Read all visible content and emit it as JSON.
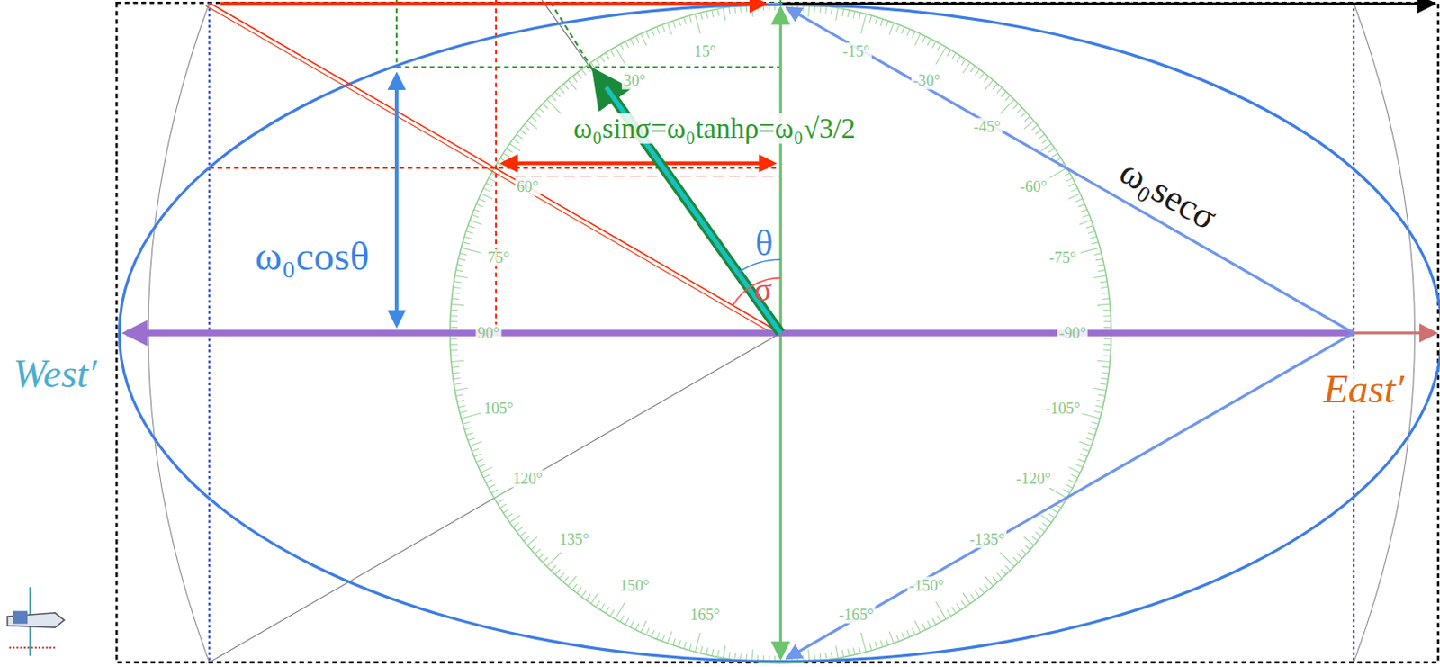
{
  "diagram": {
    "labels": [
      "ω₀sinσ=ω₀tanhρ=ω₀√3/2",
      "ω₀cosθ",
      "θ",
      "σ",
      "ω₀secσ",
      "West′",
      "East′",
      "15°",
      "30°",
      "60°",
      "75°",
      "90°",
      "105°",
      "120°",
      "135°",
      "150°",
      "165°",
      "-15°",
      "-30°",
      "-45°",
      "-60°",
      "-75°",
      "-90°",
      "-105°",
      "-120°",
      "-135°",
      "-150°",
      "-165°"
    ]
  }
}
